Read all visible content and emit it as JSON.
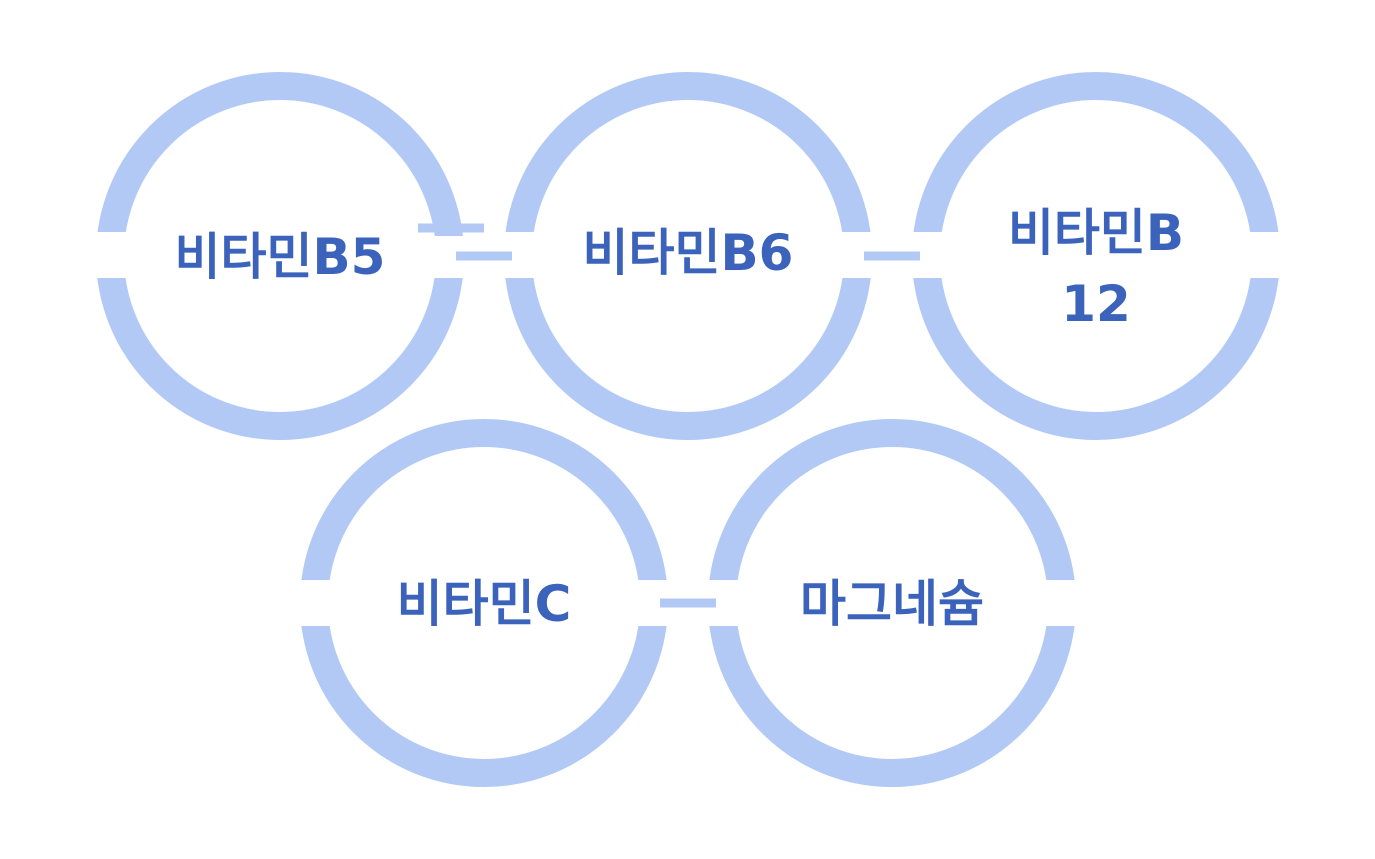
{
  "colors": {
    "ring": "#b1c9f4",
    "text": "#3b63bb",
    "background": "#ffffff"
  },
  "nodes": [
    {
      "id": "vitamin-b5",
      "label": "비타민B5"
    },
    {
      "id": "vitamin-b6",
      "label": "비타민B6"
    },
    {
      "id": "vitamin-b12",
      "label_lines": [
        "비타민B",
        "12"
      ]
    },
    {
      "id": "vitamin-c",
      "label": "비타민C"
    },
    {
      "id": "magnesium",
      "label": "마그네슘"
    }
  ],
  "links": [
    {
      "from": "vitamin-b5",
      "to": "vitamin-b6"
    },
    {
      "from": "vitamin-b6",
      "to": "vitamin-b12"
    },
    {
      "from": "vitamin-c",
      "to": "magnesium"
    }
  ]
}
